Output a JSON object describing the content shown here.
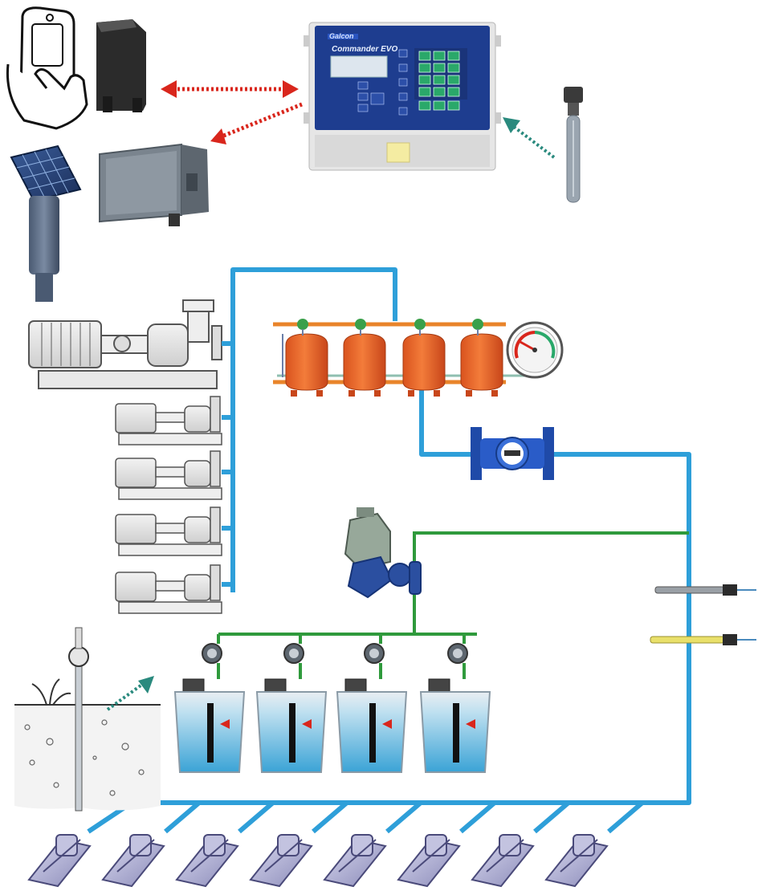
{
  "controller": {
    "brand": "Galcon",
    "model": "Commander EVO",
    "colors": {
      "panel": "#1e3d8f",
      "keypad": "#2aa86a",
      "housing": "#e6e6e6"
    }
  },
  "pipe_colors": {
    "water_main": "#2e9fd9",
    "fertilizer_line": "#2f9a3c"
  },
  "connection_style": {
    "wireless": "#d9261c",
    "sensor_input": "#2a8a7e"
  },
  "icons": [
    "smartphone-hand-icon",
    "remote-terminal-icon",
    "controller-unit-icon",
    "sensor-probe-icon",
    "solar-panel-icon",
    "io-box-icon",
    "main-pump-icon",
    "booster-pump-icon",
    "filter-tank-icon",
    "pressure-gauge-icon",
    "water-meter-icon",
    "dosing-pump-icon",
    "fertilizer-valve-icon",
    "fertilizer-tank-icon",
    "soil-tensiometer-icon",
    "ec-probe-icon",
    "ph-probe-icon",
    "field-valve-icon"
  ],
  "counts": {
    "booster_pumps": 4,
    "filter_tanks": 4,
    "fertilizer_tanks": 4,
    "field_valves": 8
  }
}
